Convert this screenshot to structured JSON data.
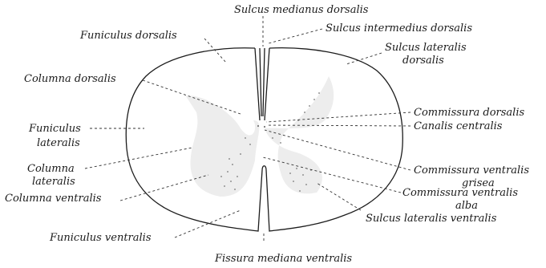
{
  "labels": {
    "sulcus_medianus_dorsalis": "Sulcus medianus dorsalis",
    "sulcus_intermedius_dorsalis": "Sulcus intermedius dorsalis",
    "funiculus_dorsalis": "Funiculus dorsalis",
    "sulcus_lateralis_dorsalis_1": "Sulcus lateralis",
    "sulcus_lateralis_dorsalis_2": "dorsalis",
    "columna_dorsalis": "Columna dorsalis",
    "commissura_dorsalis": "Commissura dorsalis",
    "funiculus_lateralis_1": "Funiculus",
    "funiculus_lateralis_2": "lateralis",
    "canalis_centralis": "Canalis centralis",
    "columna_lateralis_1": "Columna",
    "columna_lateralis_2": "lateralis",
    "commissura_ventralis_grisea_1": "Commissura ventralis",
    "commissura_ventralis_grisea_2": "grisea",
    "columna_ventralis": "Columna ventralis",
    "commissura_ventralis_alba_1": "Commissura ventralis",
    "commissura_ventralis_alba_2": "alba",
    "sulcus_lateralis_ventralis": "Sulcus lateralis ventralis",
    "funiculus_ventralis": "Funiculus ventralis",
    "fissura_mediana_ventralis": "Fissura mediana ventralis"
  }
}
